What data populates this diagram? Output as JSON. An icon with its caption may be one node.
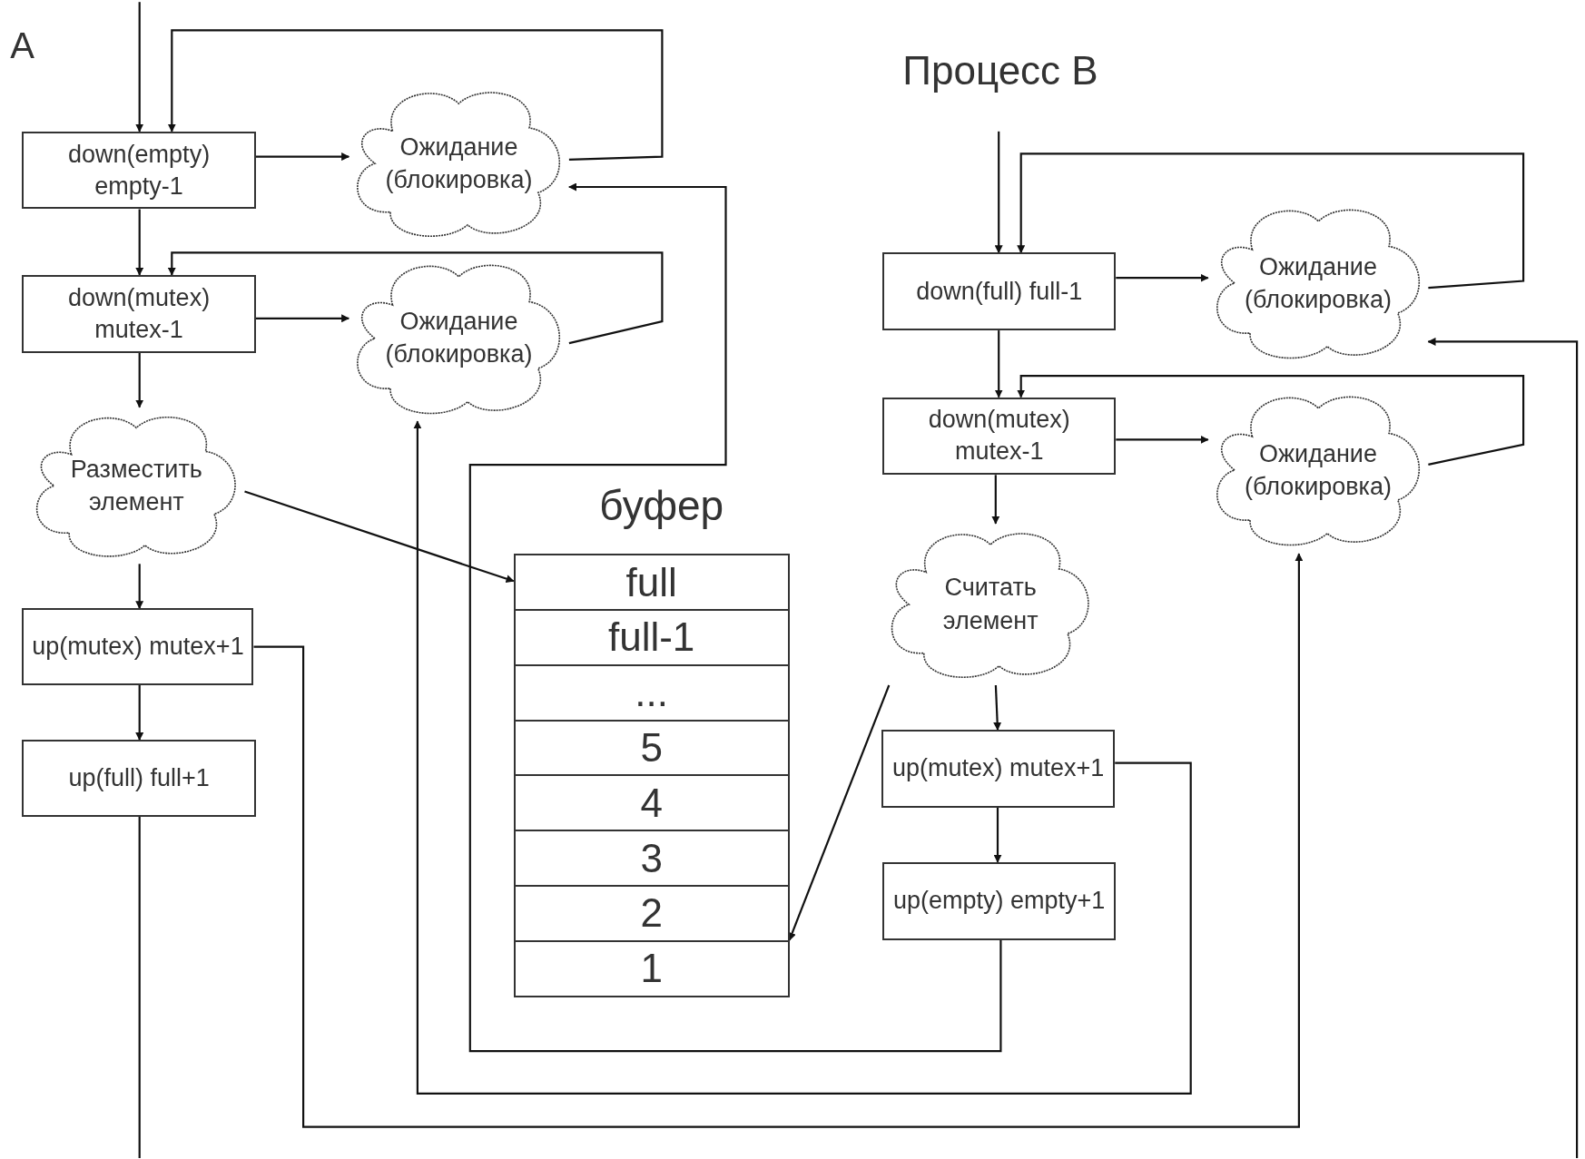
{
  "diagram": {
    "nodes": [
      {
        "text": [
          "down(empty) empty-1"
        ]
      },
      {
        "text": [
          "Ожидание (блокировка)"
        ]
      },
      {
        "text": [
          "down(mutex) mutex-1"
        ]
      },
      {
        "text": [
          "Ожидание (блокировка)"
        ]
      },
      {
        "text": [
          "Разместить элемент"
        ]
      },
      {
        "text": [
          "up(mutex) mutex+1"
        ]
      },
      {
        "text": [
          "up(full) full+1"
        ]
      },
      {
        "text": [
          "буфер"
        ]
      },
      {
        "text": [
          "full"
        ],
        "in": 7
      },
      {
        "text": [
          "full-1"
        ],
        "in": 7
      },
      {
        "text": [
          "..."
        ],
        "in": 7
      },
      {
        "text": [
          "5"
        ],
        "in": 7
      },
      {
        "text": [
          "4"
        ],
        "in": 7
      },
      {
        "text": [
          "3"
        ],
        "in": 7
      },
      {
        "text": [
          "2"
        ],
        "in": 7
      },
      {
        "text": [
          "1"
        ],
        "in": 7
      },
      {
        "text": [
          "down(full) full-1"
        ]
      },
      {
        "text": [
          "Ожидание (блокировка)"
        ]
      },
      {
        "text": [
          "down(mutex) mutex-1"
        ]
      },
      {
        "text": [
          "Ожидание (блокировка)"
        ]
      },
      {
        "text": [
          "Считать элемент"
        ]
      },
      {
        "text": [
          "up(mutex) mutex+1"
        ]
      },
      {
        "text": [
          "up(empty) empty+1"
        ]
      }
    ],
    "edges": [
      {
        "from": null,
        "to": 0,
        "arrow": "to"
      },
      {
        "from": 0,
        "to": 1,
        "arrow": "to"
      },
      {
        "from": 1,
        "to": 0,
        "arrow": "to"
      },
      {
        "from": 0,
        "to": 2,
        "arrow": "to"
      },
      {
        "from": 2,
        "to": 3,
        "arrow": "to"
      },
      {
        "from": 3,
        "to": 2,
        "arrow": "to"
      },
      {
        "from": 2,
        "to": 4,
        "arrow": "to"
      },
      {
        "from": 4,
        "to": 8,
        "arrow": "to"
      },
      {
        "from": 4,
        "to": 5,
        "arrow": "to"
      },
      {
        "from": 5,
        "to": 6,
        "arrow": "to"
      },
      {
        "from": 5,
        "to": 19,
        "arrow": "to"
      },
      {
        "from": 6,
        "to": null,
        "arrow": "none"
      },
      {
        "from": null,
        "to": 17,
        "arrow": "to"
      },
      {
        "from": null,
        "to": 16,
        "arrow": "to"
      },
      {
        "from": 16,
        "to": 17,
        "arrow": "to"
      },
      {
        "from": 17,
        "to": 16,
        "arrow": "to"
      },
      {
        "from": 16,
        "to": 18,
        "arrow": "to"
      },
      {
        "from": 18,
        "to": 19,
        "arrow": "to"
      },
      {
        "from": 19,
        "to": 18,
        "arrow": "to"
      },
      {
        "from": 18,
        "to": 20,
        "arrow": "to"
      },
      {
        "from": 20,
        "to": 15,
        "arrow": "to"
      },
      {
        "from": 20,
        "to": 21,
        "arrow": "to"
      },
      {
        "from": 21,
        "to": 22,
        "arrow": "to"
      },
      {
        "from": 21,
        "to": 3,
        "arrow": "to"
      },
      {
        "from": 22,
        "to": 1,
        "arrow": "to"
      }
    ],
    "labels": [
      "A",
      "Процесс B"
    ]
  }
}
